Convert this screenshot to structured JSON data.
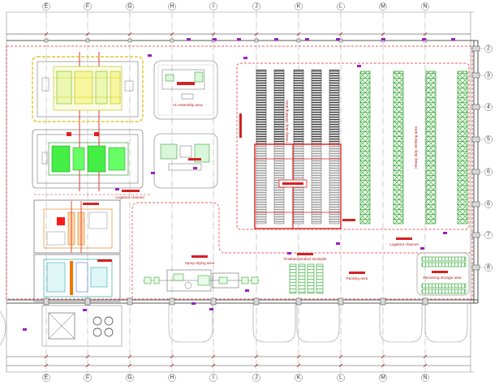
{
  "drawing": {
    "grid": {
      "columns": [
        "E",
        "F",
        "G",
        "H",
        "I",
        "J",
        "K",
        "L",
        "M",
        "N"
      ],
      "rows": [
        "2",
        "3",
        "4",
        "5",
        "6",
        "6",
        "7",
        "8"
      ]
    },
    "labels": {
      "assembly_area": "A1 Assembly area",
      "logistics_channel_left": "Logistics channel",
      "logistics_channel_right": "Logistics channel",
      "spray_drying_area": "Spray drying area",
      "finished_product_stockpile": "Finished product stockpile",
      "packing_area": "Packing area",
      "receiving_storage_area": "Receiving storage area",
      "shelving_area_dark": "Heavy duty shelving area",
      "shelving_area_green": "Heavy duty shelving area"
    }
  },
  "colors": {
    "grid_line": "#9a9a9a",
    "boundary_red": "#e03030",
    "label_red": "#b01818",
    "rack_dark": "#3a3a3a",
    "rack_green": "#2e9e2e",
    "marker_purple": "#9b1fc0",
    "equipment_yellow": "#d4c000",
    "equipment_green": "#22dd22",
    "equipment_orange": "#ee7700",
    "equipment_teal": "#0a9a9a"
  }
}
